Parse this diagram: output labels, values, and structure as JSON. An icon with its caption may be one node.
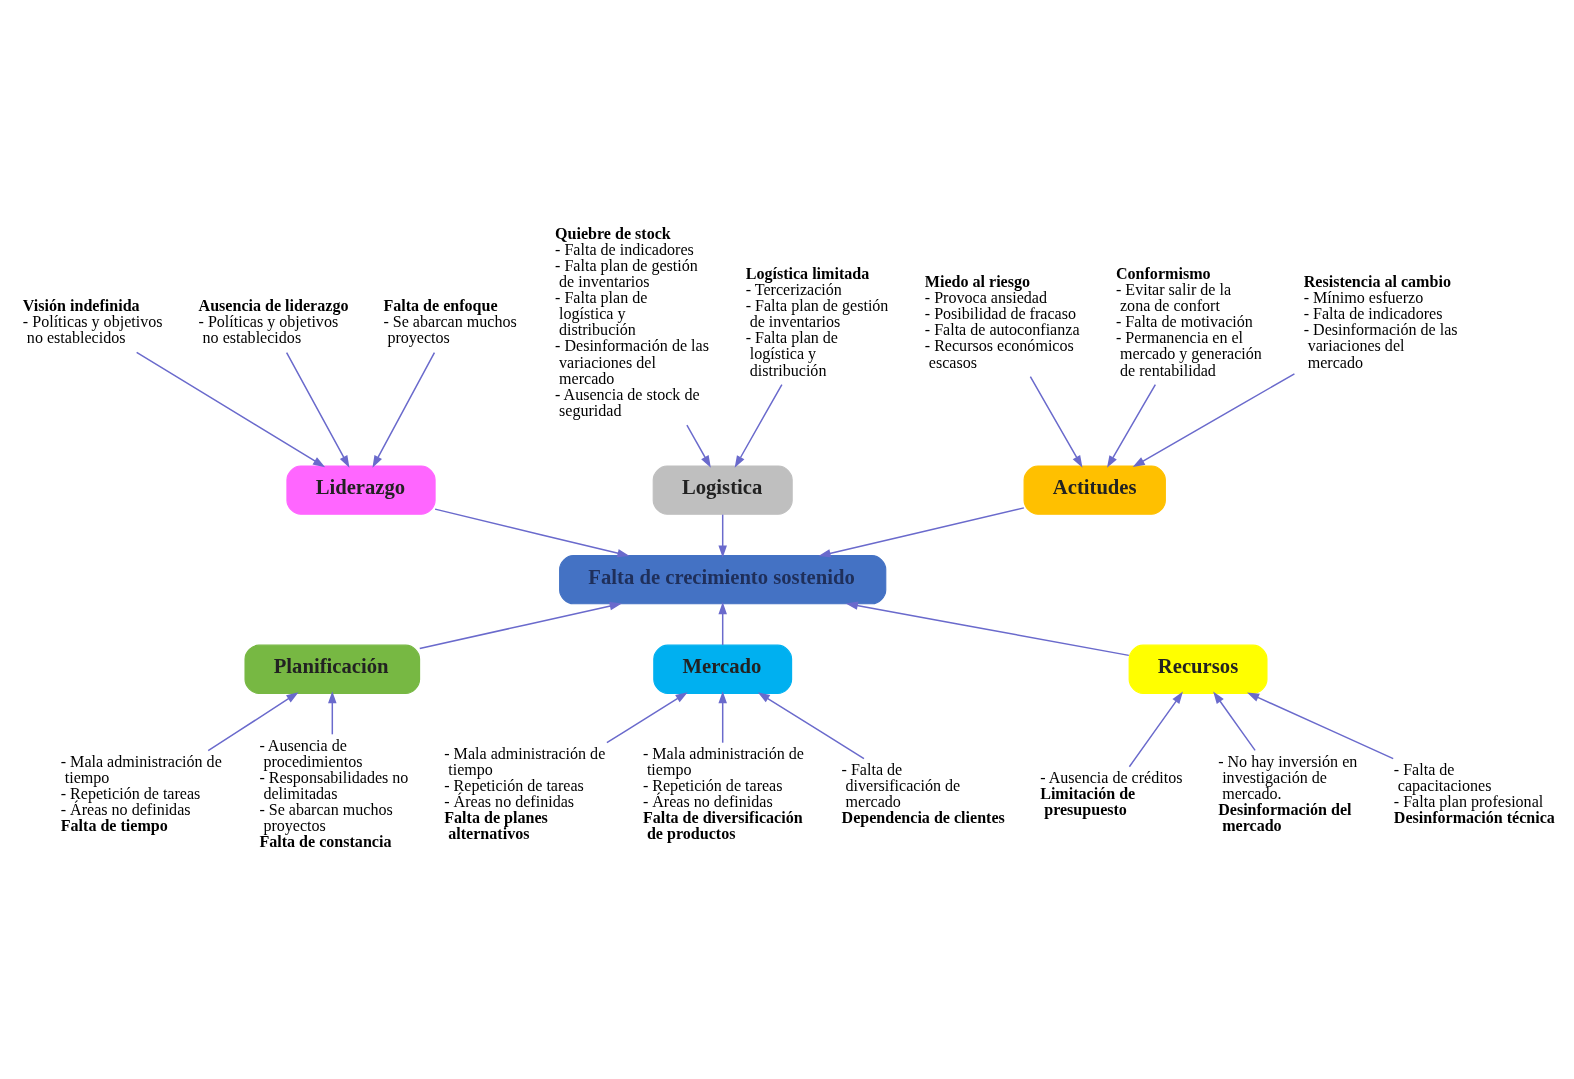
{
  "diagram": {
    "nodes": [
      {
        "text": [
          "Actitudes"
        ]
      },
      {
        "text": [
          "Liderazgo"
        ]
      },
      {
        "text": [
          "Logistica"
        ]
      },
      {
        "text": [
          "Miedo al riesgo",
          "- Provoca ansiedad",
          "- Posibilidad de fracaso",
          "- Falta de autoconfianza",
          "- Recursos económicos escasos"
        ]
      },
      {
        "text": [
          "Visión indefinida",
          "- Políticas y objetivos no establecidos"
        ]
      },
      {
        "text": [
          "Quiebre de stock",
          "- Falta de indicadores",
          "- Falta plan de gestión de inventarios",
          "- Falta plan de logística y distribución",
          "- Desinformación de las variaciones del mercado",
          "- Ausencia de stock de seguridad"
        ]
      },
      {
        "text": [
          "Conformismo",
          "- Evitar salir de la zona de confort",
          "- Falta de motivación",
          "- Permanencia en el mercado y generación de rentabilidad"
        ]
      },
      {
        "text": [
          "Ausencia de liderazgo",
          "- Políticas y objetivos no establecidos"
        ]
      },
      {
        "text": [
          "Falta de enfoque",
          "- Se abarcan muchos proyectos"
        ]
      },
      {
        "text": [
          "Resistencia al cambio",
          "- Mínimo esfuerzo",
          "- Falta de indicadores",
          "- Desinformación de las variaciones del mercado"
        ]
      },
      {
        "text": [
          "Logística limitada",
          "- Tercerización",
          "- Falta plan de gestión de inventarios",
          "- Falta plan de logística y distribución"
        ]
      },
      {
        "text": [
          "Falta de crecimiento sostenido"
        ]
      },
      {
        "text": [
          "- Mala administración de tiempo",
          "- Repetición de tareas",
          "- Áreas no definidas",
          "Falta de tiempo"
        ]
      },
      {
        "text": [
          "- Mala administración de tiempo",
          "- Repetición de tareas",
          "- Áreas no definidas",
          "Falta de planes alternativos"
        ]
      },
      {
        "text": [
          "- Ausencia de créditos",
          "Limitación de presupuesto"
        ]
      },
      {
        "text": [
          "- Ausencia de procedimientos",
          "- Responsabilidades no delimitadas",
          "- Se abarcan muchos proyectos",
          "Falta de constancia"
        ]
      },
      {
        "text": [
          "- Mala administración de tiempo",
          "- Repetición de tareas",
          "- Áreas no definidas",
          "Falta de diversificación de productos"
        ]
      },
      {
        "text": [
          "- No hay inversión en investigación de mercado.",
          "Desinformación del mercado"
        ]
      },
      {
        "text": [
          "- Falta de diversificación de mercado",
          "Dependencia de clientes"
        ]
      },
      {
        "text": [
          "- Falta de capacitaciones",
          "- Falta plan profesional",
          "Desinformación técnica"
        ]
      },
      {
        "text": [
          "Planificación"
        ]
      },
      {
        "text": [
          "Mercado"
        ]
      },
      {
        "text": [
          "Recursos"
        ]
      }
    ],
    "edges": [
      {
        "from": 3,
        "to": 0,
        "arrow": "to"
      },
      {
        "from": 6,
        "to": 0,
        "arrow": "to"
      },
      {
        "from": 9,
        "to": 0,
        "arrow": "to"
      },
      {
        "from": 4,
        "to": 1,
        "arrow": "to"
      },
      {
        "from": 7,
        "to": 1,
        "arrow": "to"
      },
      {
        "from": 8,
        "to": 1,
        "arrow": "to"
      },
      {
        "from": 5,
        "to": 2,
        "arrow": "to"
      },
      {
        "from": 10,
        "to": 2,
        "arrow": "to"
      },
      {
        "from": 12,
        "to": 20,
        "arrow": "to"
      },
      {
        "from": 15,
        "to": 20,
        "arrow": "to"
      },
      {
        "from": 13,
        "to": 21,
        "arrow": "to"
      },
      {
        "from": 16,
        "to": 21,
        "arrow": "to"
      },
      {
        "from": 18,
        "to": 21,
        "arrow": "to"
      },
      {
        "from": 14,
        "to": 22,
        "arrow": "to"
      },
      {
        "from": 17,
        "to": 22,
        "arrow": "to"
      },
      {
        "from": 19,
        "to": 22,
        "arrow": "to"
      },
      {
        "from": 0,
        "to": 11,
        "arrow": "to"
      },
      {
        "from": 1,
        "to": 11,
        "arrow": "to"
      },
      {
        "from": 2,
        "to": 11,
        "arrow": "to"
      },
      {
        "from": 20,
        "to": 11,
        "arrow": "to"
      },
      {
        "from": 21,
        "to": 11,
        "arrow": "to"
      },
      {
        "from": 22,
        "to": 11,
        "arrow": "to"
      }
    ]
  }
}
